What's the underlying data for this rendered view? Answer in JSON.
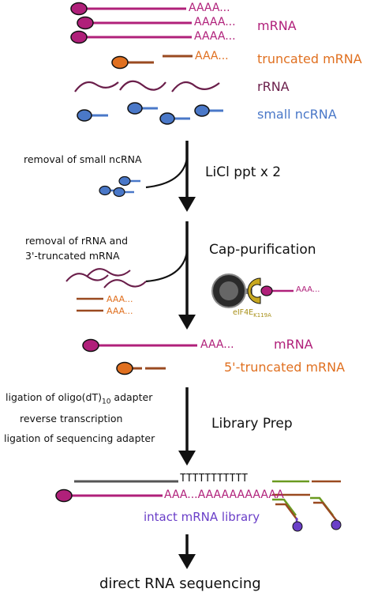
{
  "labels": {
    "mrna": "mRNA",
    "truncated_mrna": "truncated mRNA",
    "rrna": "rRNA",
    "small_ncrna": "small ncRNA",
    "poly_a": "AAAA...",
    "poly_a_short": "AAA..."
  },
  "steps": {
    "step1_note": "removal of small ncRNA",
    "step1_method": "LiCl ppt x 2",
    "step2_note_line1": "removal of rRNA and",
    "step2_note_line2": "3'-truncated mRNA",
    "step2_method": "Cap-purification",
    "eif4e_label": "eIF4E",
    "eif4e_subscript": "K119A",
    "step3_note_line1_a": "ligation of oligo(dT)",
    "step3_note_line1_sub": "10",
    "step3_note_line1_b": " adapter",
    "step3_note_line2": "reverse transcription",
    "step3_note_line3": "ligation of sequencing adapter",
    "step3_method": "Library Prep"
  },
  "results": {
    "mrna": "mRNA",
    "five_truncated": "5'-truncated mRNA"
  },
  "library": {
    "poly_t": "TTTTTTTTTTT",
    "poly_a": "AAA...AAAAAAAAAAA",
    "label": "intact mRNA library"
  },
  "final": "direct RNA sequencing",
  "colors": {
    "mrna": "#b0207a",
    "truncated": "#e07020",
    "truncated_line": "#9a4a20",
    "rrna": "#6a1e4a",
    "small_ncrna": "#4a78c8",
    "library_label": "#6a3fc8",
    "adapter_gray": "#555555",
    "adapter_green": "#6a9a20"
  }
}
